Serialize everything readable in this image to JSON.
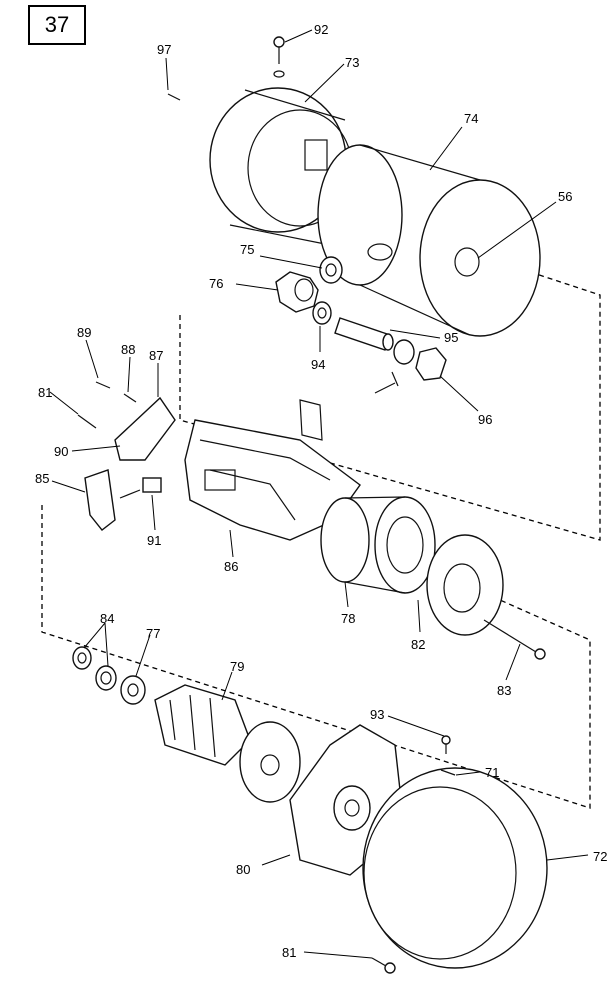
{
  "page_number": "37",
  "callouts": [
    "92",
    "97",
    "73",
    "74",
    "56",
    "75",
    "76",
    "95",
    "94",
    "96",
    "89",
    "88",
    "87",
    "81",
    "90",
    "85",
    "91",
    "86",
    "78",
    "82",
    "83",
    "84",
    "77",
    "79",
    "93",
    "71",
    "72",
    "80",
    "81"
  ]
}
